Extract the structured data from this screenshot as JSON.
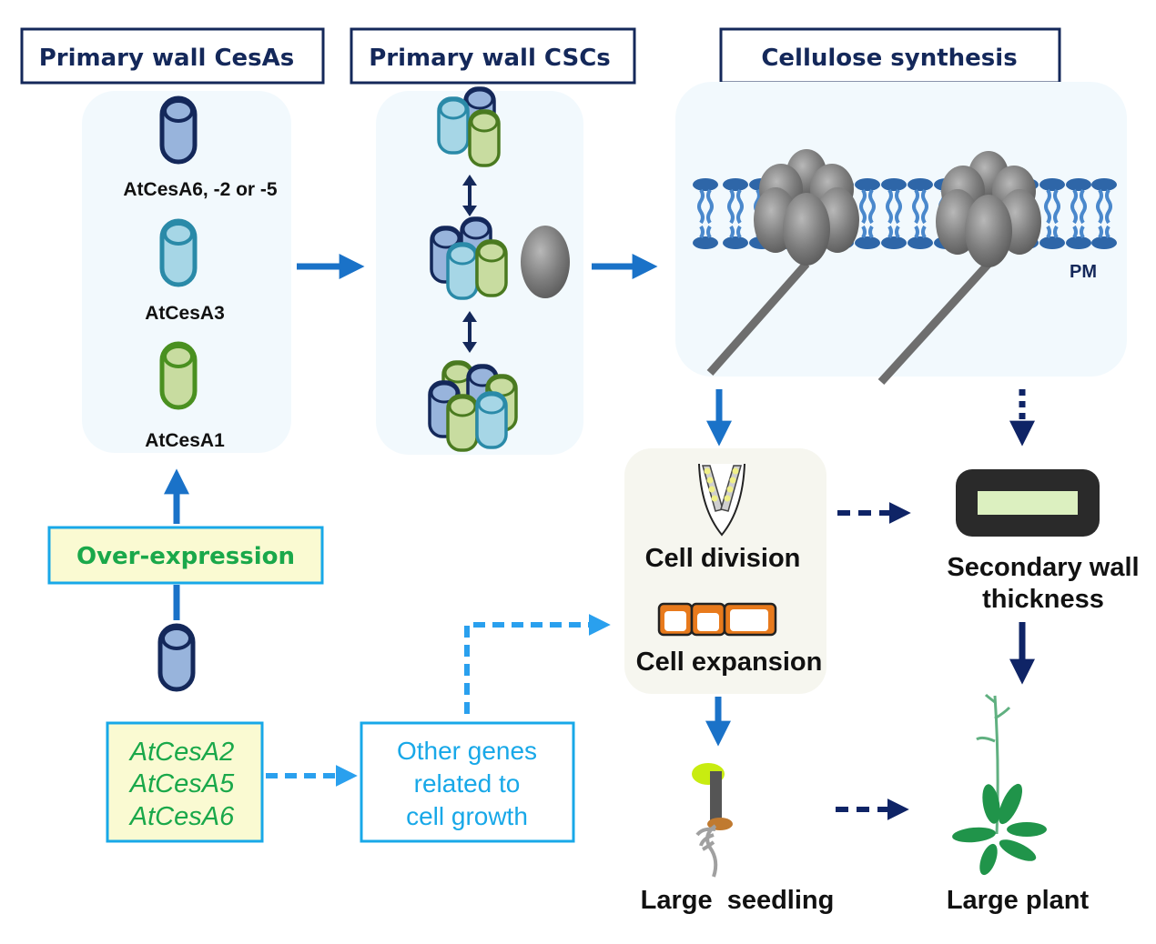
{
  "figure": {
    "headers": {
      "cesas": "Primary wall CesAs",
      "cscs": "Primary wall CSCs",
      "synthesis": "Cellulose synthesis"
    },
    "cesa_labels": {
      "a6": "AtCesA6, -2 or -5",
      "a3": "AtCesA3",
      "a1": "AtCesA1"
    },
    "membrane_label": "PM",
    "overexpression_label": "Over-expression",
    "genes": [
      "AtCesA2",
      "AtCesA5",
      "AtCesA6"
    ],
    "other_genes": [
      "Other genes",
      "related to",
      "cell growth"
    ],
    "cell_division_label": "Cell division",
    "cell_expansion_label": "Cell expansion",
    "secondary_wall_label": [
      "Secondary wall",
      "thickness"
    ],
    "large_seedling_label": "Large  seedling",
    "large_plant_label": "Large plant",
    "colors": {
      "navy": "#14285a",
      "arrow_blue": "#1a72c8",
      "dashed_cyan": "#2aa0ee",
      "dark_arrow": "#0f2466",
      "cesa6_fill": "#98b4dc",
      "cesa3_fill": "#a6d6e6",
      "cesa3_stroke": "#2a8aa8",
      "cesa1_fill": "#c8dca0",
      "cesa1_stroke": "#4a9020",
      "panel_blue": "#f2f9fd",
      "panel_beige": "#f6f6ef",
      "green_text": "#1aa84a",
      "yellow_box": "#fafad2"
    }
  }
}
